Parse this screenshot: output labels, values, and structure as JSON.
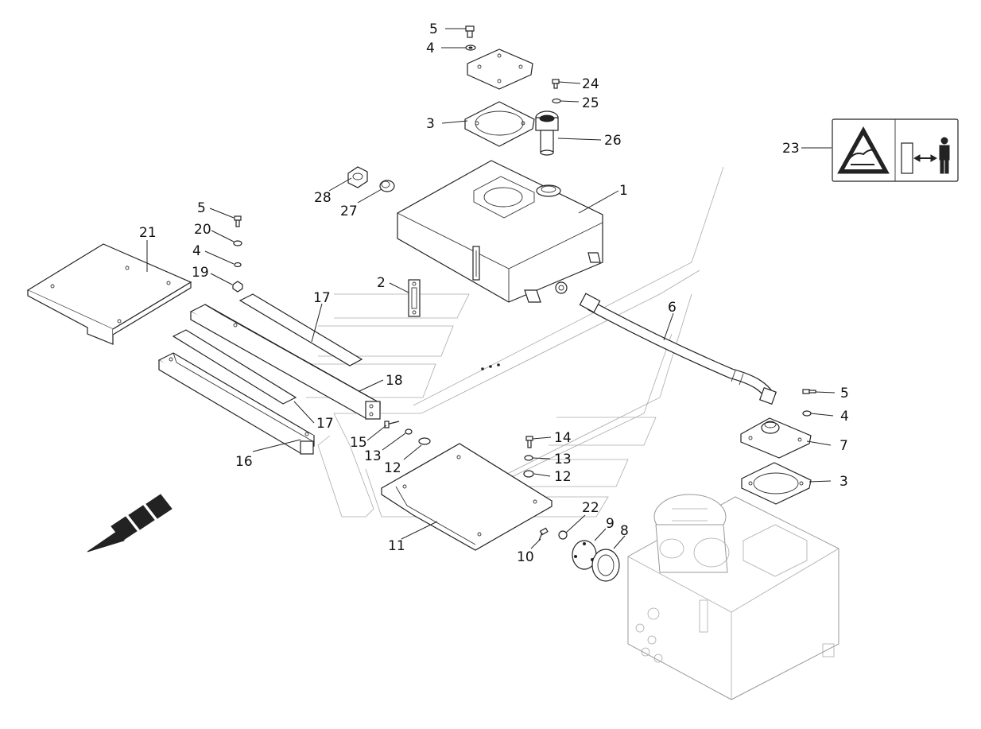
{
  "callouts": [
    {
      "id": "c5a",
      "label": "5"
    },
    {
      "id": "c4a",
      "label": "4"
    },
    {
      "id": "c24",
      "label": "24"
    },
    {
      "id": "c25",
      "label": "25"
    },
    {
      "id": "c3a",
      "label": "3"
    },
    {
      "id": "c26",
      "label": "26"
    },
    {
      "id": "c23",
      "label": "23"
    },
    {
      "id": "c1",
      "label": "1"
    },
    {
      "id": "c28",
      "label": "28"
    },
    {
      "id": "c27",
      "label": "27"
    },
    {
      "id": "c5b",
      "label": "5"
    },
    {
      "id": "c20",
      "label": "20"
    },
    {
      "id": "c21",
      "label": "21"
    },
    {
      "id": "c4b",
      "label": "4"
    },
    {
      "id": "c19",
      "label": "19"
    },
    {
      "id": "c2",
      "label": "2"
    },
    {
      "id": "c17a",
      "label": "17"
    },
    {
      "id": "c6",
      "label": "6"
    },
    {
      "id": "c18",
      "label": "18"
    },
    {
      "id": "c17b",
      "label": "17"
    },
    {
      "id": "c5c",
      "label": "5"
    },
    {
      "id": "c4c",
      "label": "4"
    },
    {
      "id": "c15",
      "label": "15"
    },
    {
      "id": "c13a",
      "label": "13"
    },
    {
      "id": "c14",
      "label": "14"
    },
    {
      "id": "c7",
      "label": "7"
    },
    {
      "id": "c12a",
      "label": "12"
    },
    {
      "id": "c16",
      "label": "16"
    },
    {
      "id": "c13b",
      "label": "13"
    },
    {
      "id": "c12b",
      "label": "12"
    },
    {
      "id": "c3b",
      "label": "3"
    },
    {
      "id": "c22",
      "label": "22"
    },
    {
      "id": "c9",
      "label": "9"
    },
    {
      "id": "c8",
      "label": "8"
    },
    {
      "id": "c11",
      "label": "11"
    },
    {
      "id": "c10",
      "label": "10"
    }
  ],
  "colors": {
    "line": "#222222",
    "ghost": "#999999",
    "background": "#ffffff"
  },
  "icons": [
    "warning-hot-surface-icon",
    "keep-distance-person-icon",
    "direction-arrow-icon"
  ]
}
